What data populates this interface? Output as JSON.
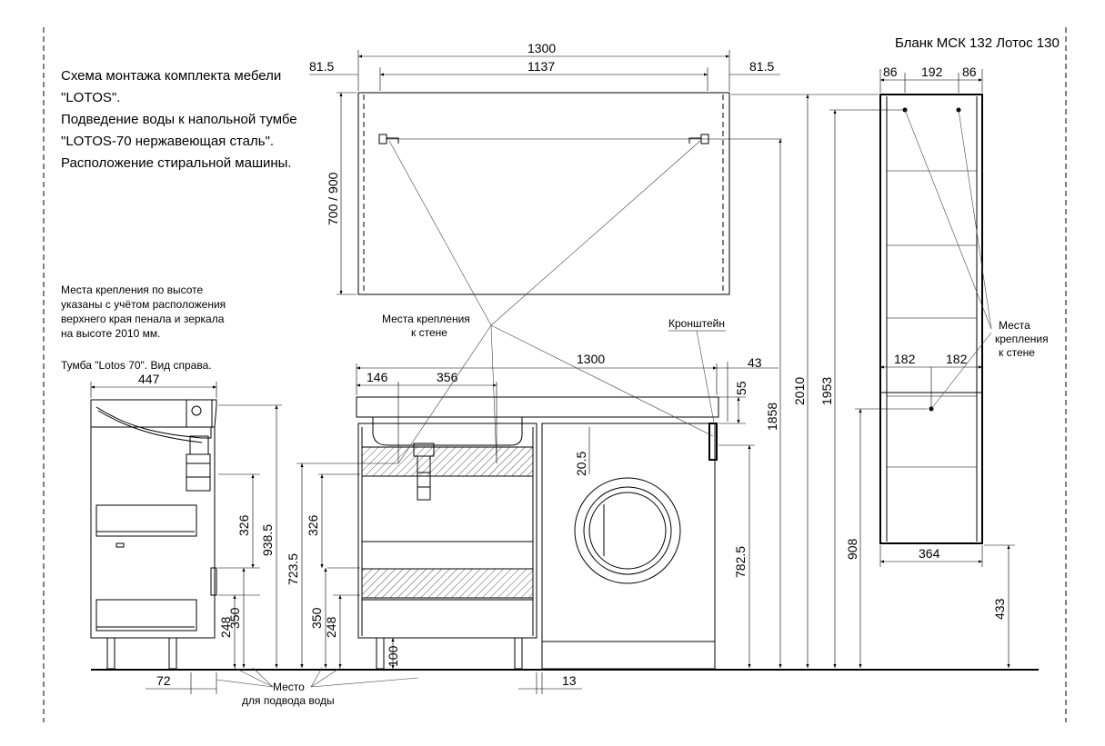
{
  "form_label": "Бланк МСК 132 Лотос 130",
  "title_lines": [
    "Схема монтажа комплекта мебели",
    "\"LOTOS\".",
    "Подведение воды к напольной тумбе",
    "\"LOTOS-70 нержавеющая сталь\".",
    "Расположение стиральной машины."
  ],
  "note_lines": [
    "Места крепления по высоте",
    "указаны с учётом расположения",
    "верхнего края пенала и зеркала",
    "на высоте 2010 мм."
  ],
  "side_view_label": "Тумба \"Lotos 70\".  Вид  справа.",
  "labels": {
    "mounting_places_1": "Места крепления",
    "mounting_places_2": "к стене",
    "bracket": "Кронштейн",
    "tall_mount_1": "Места",
    "tall_mount_2": "крепления",
    "tall_mount_3": "к стене",
    "water_1": "Место",
    "water_2": "для подвода воды"
  },
  "dims": {
    "mirror_width": "1300",
    "mirror_inner": "1137",
    "mirror_left_offset": "81.5",
    "mirror_right_offset": "81.5",
    "mirror_height": "700 / 900",
    "tall_top_left": "86",
    "tall_top_mid": "192",
    "tall_top_right": "86",
    "tall_mid_left": "182",
    "tall_mid_right": "182",
    "tall_width": "364",
    "tall_height": "908",
    "tall_floor_gap": "433",
    "side_depth": "447",
    "side_floor_offset": "72",
    "side_326": "326",
    "side_350": "350",
    "side_248": "248",
    "side_938": "938.5",
    "front_146": "146",
    "front_356": "356",
    "front_width": "1300",
    "front_43": "43",
    "front_55": "55",
    "front_326": "326",
    "front_350": "350",
    "front_248": "248",
    "front_7235": "723.5",
    "front_100": "100",
    "front_13": "13",
    "front_205": "20.5",
    "front_7825": "782.5",
    "h_1858": "1858",
    "h_2010": "2010",
    "h_1953": "1953"
  }
}
